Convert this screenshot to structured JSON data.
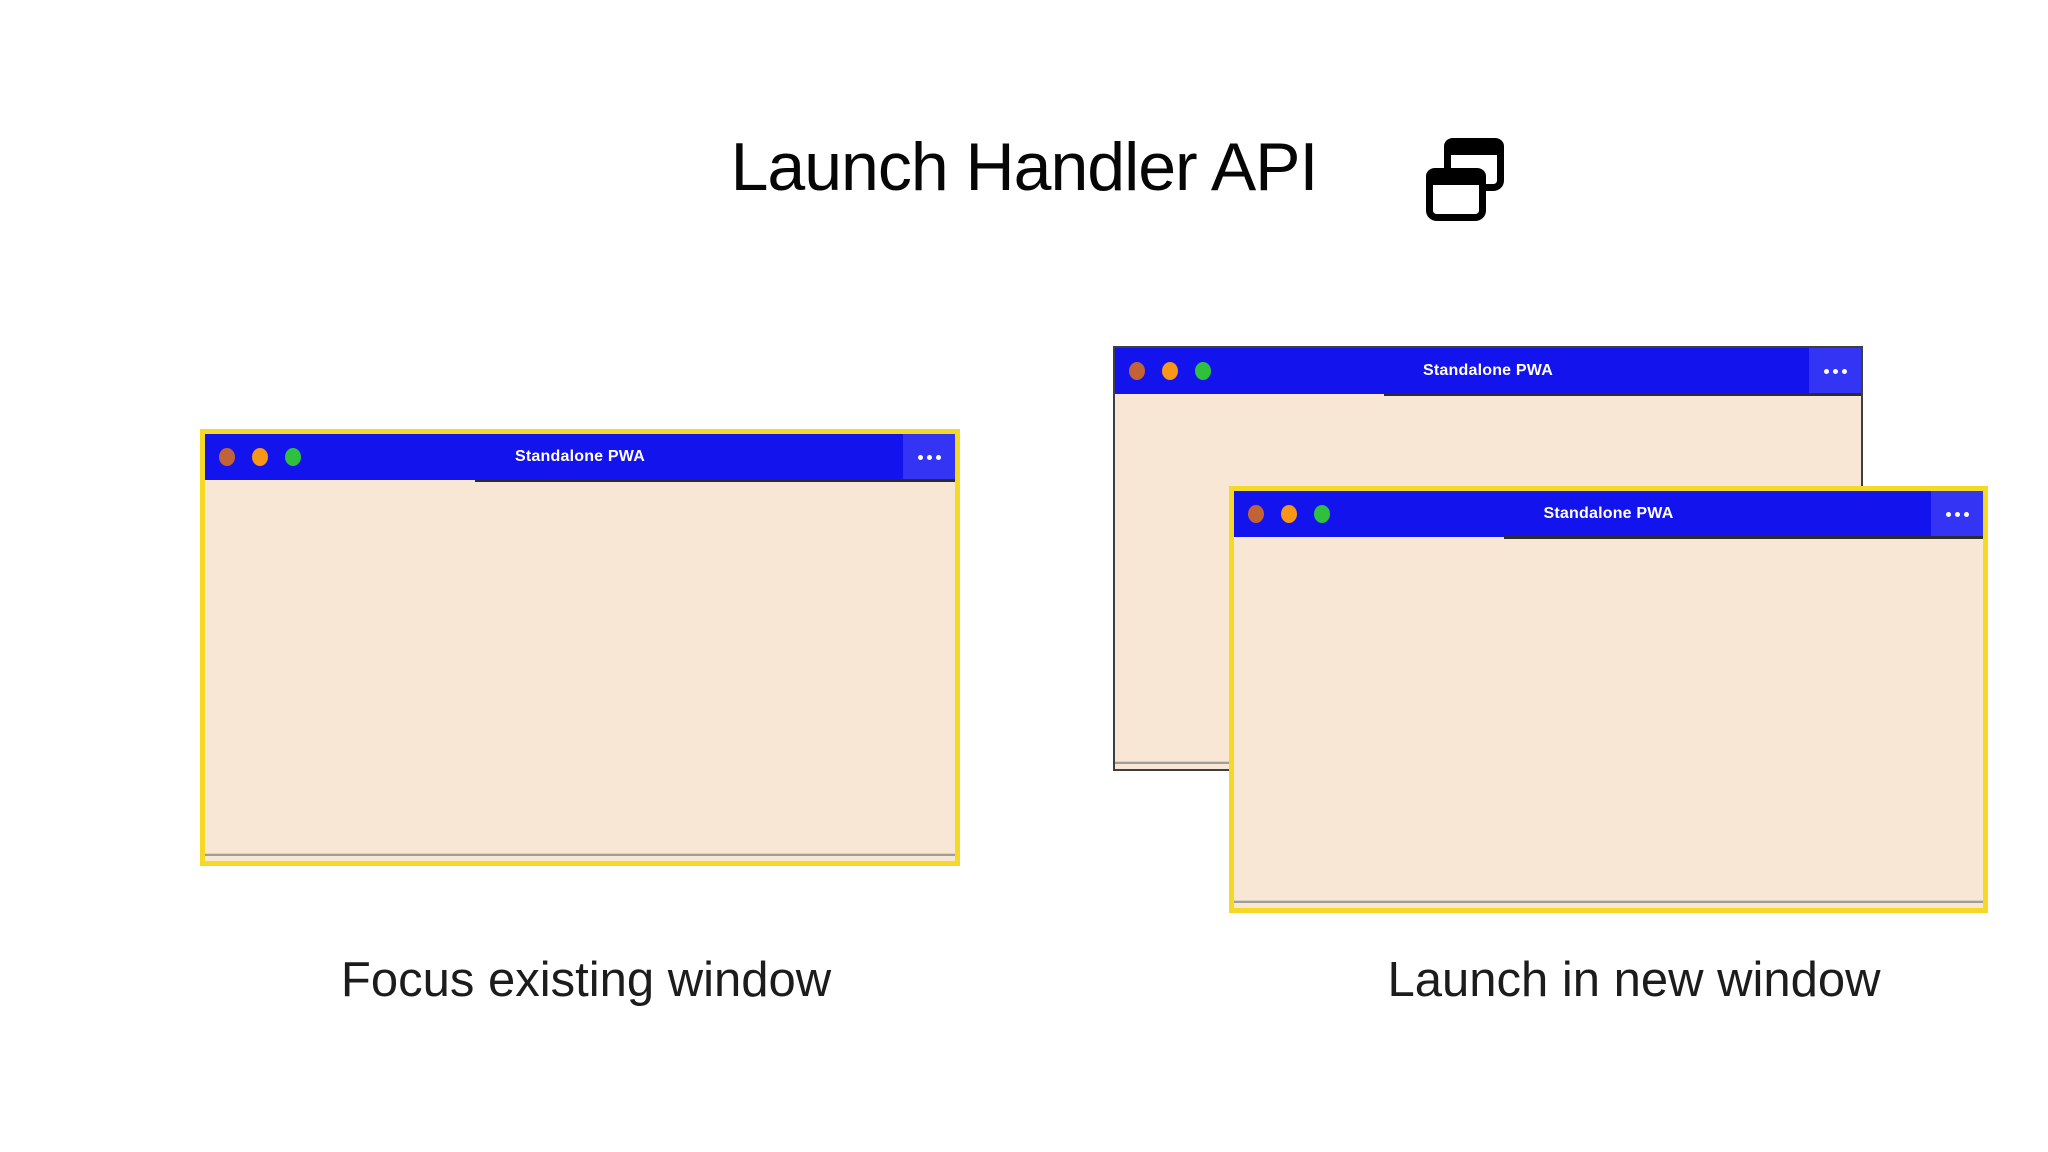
{
  "header": {
    "title": "Launch Handler API",
    "icon": "overlapping-windows-icon"
  },
  "window_chrome": {
    "menu_icon": "ellipsis-icon",
    "colors": {
      "titlebar_blue": "#1313ee",
      "menu_panel_blue": "#3434f4",
      "body_cream": "#f8e7d4",
      "focused_border_yellow": "#f4da26",
      "unfocused_border_gray": "#3f3f3f",
      "close_dot": "#c26335",
      "minimize_dot": "#f79617",
      "maximize_dot": "#2fc13e"
    }
  },
  "left_scenario": {
    "caption": "Focus existing window",
    "window_title": "Standalone PWA"
  },
  "right_scenario": {
    "caption": "Launch in new window",
    "back_window_title": "Standalone PWA",
    "front_window_title": "Standalone PWA"
  }
}
